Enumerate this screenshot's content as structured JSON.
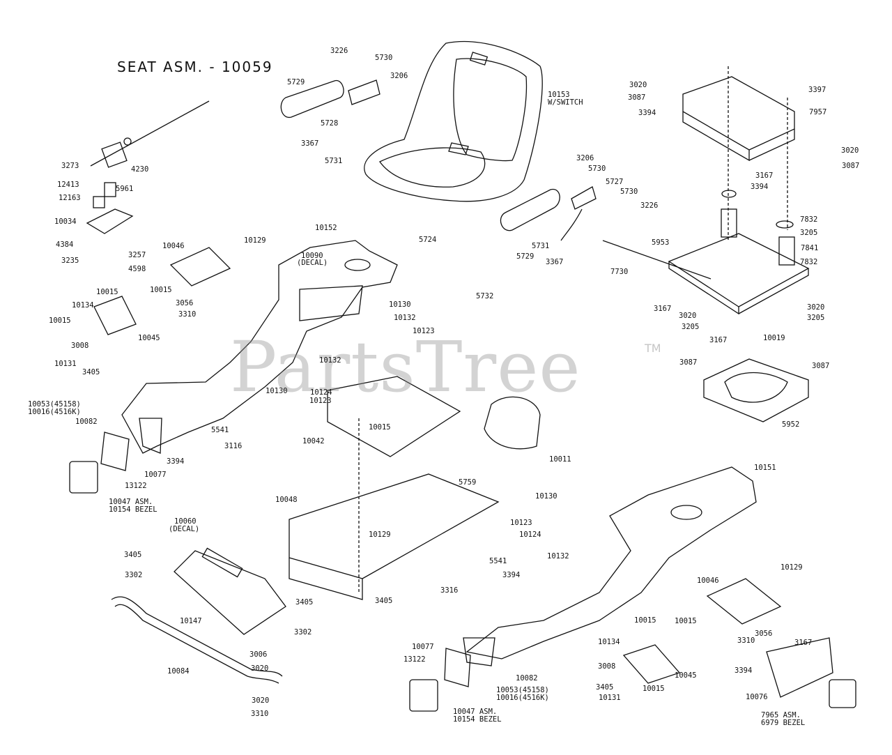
{
  "diagram": {
    "title": "SEAT ASM. - 10059",
    "watermark": "PartsTree",
    "trademark": "TM",
    "part_labels": [
      "3226",
      "5730",
      "3206",
      "5729",
      "10153",
      "W/SWITCH",
      "5728",
      "3367",
      "5731",
      "3273",
      "4230",
      "12413",
      "5961",
      "12163",
      "10034",
      "4384",
      "3257",
      "3235",
      "4598",
      "10046",
      "10129",
      "10015",
      "3056",
      "3310",
      "10152",
      "10090",
      "(DECAL)",
      "10134",
      "10015",
      "10015",
      "10045",
      "3008",
      "10131",
      "3405",
      "10130",
      "10132",
      "10123",
      "10132",
      "10124",
      "10123",
      "10130",
      "10053(45158)",
      "10016(4516K)",
      "10082",
      "10042",
      "10015",
      "5541",
      "3116",
      "3394",
      "10077",
      "13122",
      "10047 ASM.",
      "10154 BEZEL",
      "5724",
      "5732",
      "3206",
      "5730",
      "5727",
      "5730",
      "3226",
      "5729",
      "5731",
      "3367",
      "3020",
      "3087",
      "3394",
      "3397",
      "7957",
      "3020",
      "3087",
      "3167",
      "3394",
      "7832",
      "3205",
      "7841",
      "7832",
      "5953",
      "7730",
      "3167",
      "3020",
      "3205",
      "3020",
      "3205",
      "3167",
      "10019",
      "3087",
      "3087",
      "5952",
      "10011",
      "5759",
      "10048",
      "10129",
      "10060",
      "(DECAL)",
      "3405",
      "3302",
      "10147",
      "3405",
      "3302",
      "3006",
      "3020",
      "3020",
      "3310",
      "10084",
      "5541",
      "3394",
      "3316",
      "3405",
      "10151",
      "10130",
      "10123",
      "10124",
      "10132",
      "10129",
      "10046",
      "10015",
      "3056",
      "3310",
      "10015",
      "10134",
      "3008",
      "10045",
      "3405",
      "10131",
      "10015",
      "10082",
      "10053(45158)",
      "10016(4516K)",
      "10077",
      "13122",
      "10047 ASM.",
      "10154 BEZEL",
      "3167",
      "3394",
      "10076",
      "7965 ASM.",
      "6979 BEZEL"
    ]
  },
  "colors": {
    "ink": "#111111",
    "watermark": "#8c8c8c",
    "background": "#ffffff"
  }
}
